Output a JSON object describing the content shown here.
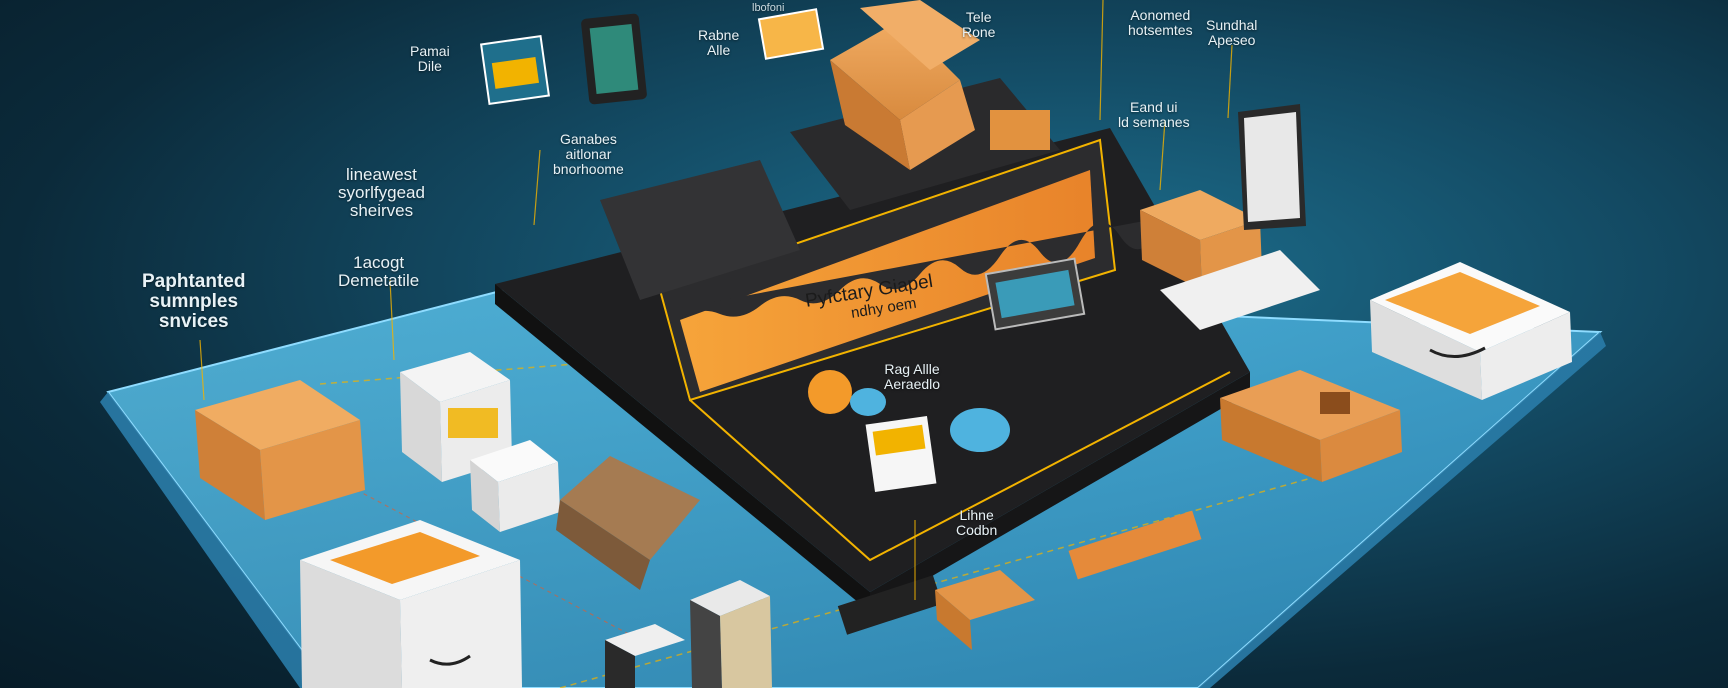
{
  "colors": {
    "background": "#134a63",
    "platform": "#4fb3df",
    "box_orange": "#e39a4c",
    "stage_dark": "#2a2a2c",
    "accent_yellow": "#f2b300",
    "banner_orange": "#f39a2a"
  },
  "labels": {
    "top_left_1": "Pamai",
    "top_left_2": "Dile",
    "top_center_1": "Rabne",
    "top_center_2": "Alle",
    "top_center_tag": "lbofoni",
    "top_right_1": "Tele",
    "top_right_2": "Rone",
    "far_right_1": "Aonomed",
    "far_right_2": "hotsemtes",
    "far_right2_1": "Sundhal",
    "far_right2_2": "Apeseo",
    "right_mid_1": "Eand ui",
    "right_mid_2": "ld semanes",
    "center_small_1": "Ganabes",
    "center_small_2": "aitlonar",
    "center_small_3": "bnorhoome",
    "left_mid_1": "lineawest",
    "left_mid_2": "syorlfygead",
    "left_mid_3": "sheirves",
    "left_mid_4": "1acogt",
    "left_mid_5": "Demetatile",
    "left_big_1": "Paphtanted",
    "left_big_2": "sumnples",
    "left_big_3": "snvices",
    "banner_1": "Pyfctary Giapel",
    "banner_2": "ndhy oem",
    "stage_mid_1": "Rag Allle",
    "stage_mid_2": "Aeraedlo",
    "bottom_center_1": "Lihne",
    "bottom_center_2": "Codbn"
  }
}
